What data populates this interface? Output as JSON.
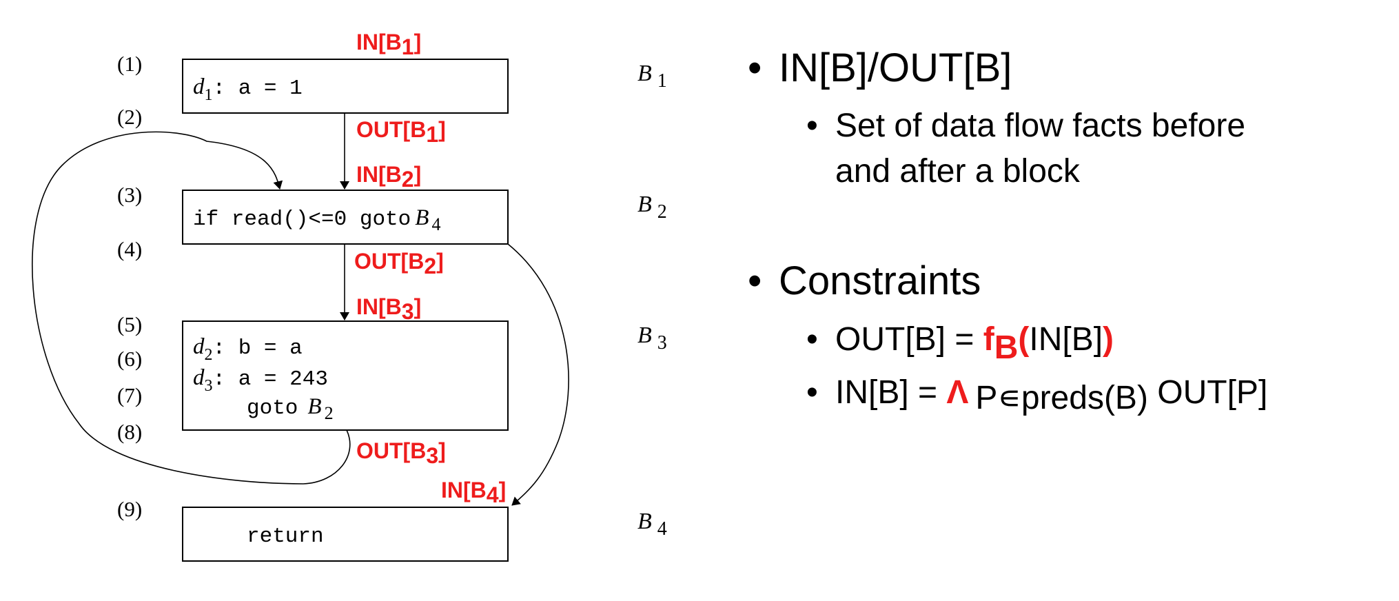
{
  "diagram": {
    "line_numbers": [
      "(1)",
      "(2)",
      "(3)",
      "(4)",
      "(5)",
      "(6)",
      "(7)",
      "(8)",
      "(9)"
    ],
    "blocks": {
      "b1": {
        "label": "B",
        "sub": "1",
        "def": "d",
        "def_sub": "1",
        "code": ": a = 1"
      },
      "b2": {
        "label": "B",
        "sub": "2",
        "code": "if read()<=0 goto",
        "target": "B",
        "target_sub": "4"
      },
      "b3": {
        "label": "B",
        "sub": "3",
        "line1_def": "d",
        "line1_def_sub": "2",
        "line1_code": ": b = a",
        "line2_def": "d",
        "line2_def_sub": "3",
        "line2_code": ": a = 243",
        "line3_code": "goto",
        "line3_target": "B",
        "line3_target_sub": "2"
      },
      "b4": {
        "label": "B",
        "sub": "4",
        "code": "return"
      }
    },
    "flow_labels": {
      "in_b1": {
        "text": "IN[B",
        "sub": "1",
        "close": "]"
      },
      "out_b1": {
        "text": "OUT[B",
        "sub": "1",
        "close": "]"
      },
      "in_b2": {
        "text": "IN[B",
        "sub": "2",
        "close": "]"
      },
      "out_b2": {
        "text": "OUT[B",
        "sub": "2",
        "close": "]"
      },
      "in_b3": {
        "text": "IN[B",
        "sub": "3",
        "close": "]"
      },
      "out_b3": {
        "text": "OUT[B",
        "sub": "3",
        "close": "]"
      },
      "in_b4": {
        "text": "IN[B",
        "sub": "4",
        "close": "]"
      }
    }
  },
  "bullets": {
    "marker": "•",
    "item1": {
      "title": "IN[B]/OUT[B]",
      "sub1_line1": "Set of data flow facts before",
      "sub1_line2": "and after a block"
    },
    "item2": {
      "title": "Constraints",
      "eq1_left": "OUT[B] = ",
      "eq1_f": "f",
      "eq1_f_sub": "B",
      "eq1_open": "(",
      "eq1_arg": "IN[B]",
      "eq1_close": ")",
      "eq2_left": "IN[B] = ",
      "eq2_meet": "Λ",
      "eq2_sub": "P∊preds(B)",
      "eq2_right": " OUT[P]"
    }
  },
  "colors": {
    "accent_red": "#ee1c1c",
    "text": "#000000",
    "background": "#ffffff"
  }
}
